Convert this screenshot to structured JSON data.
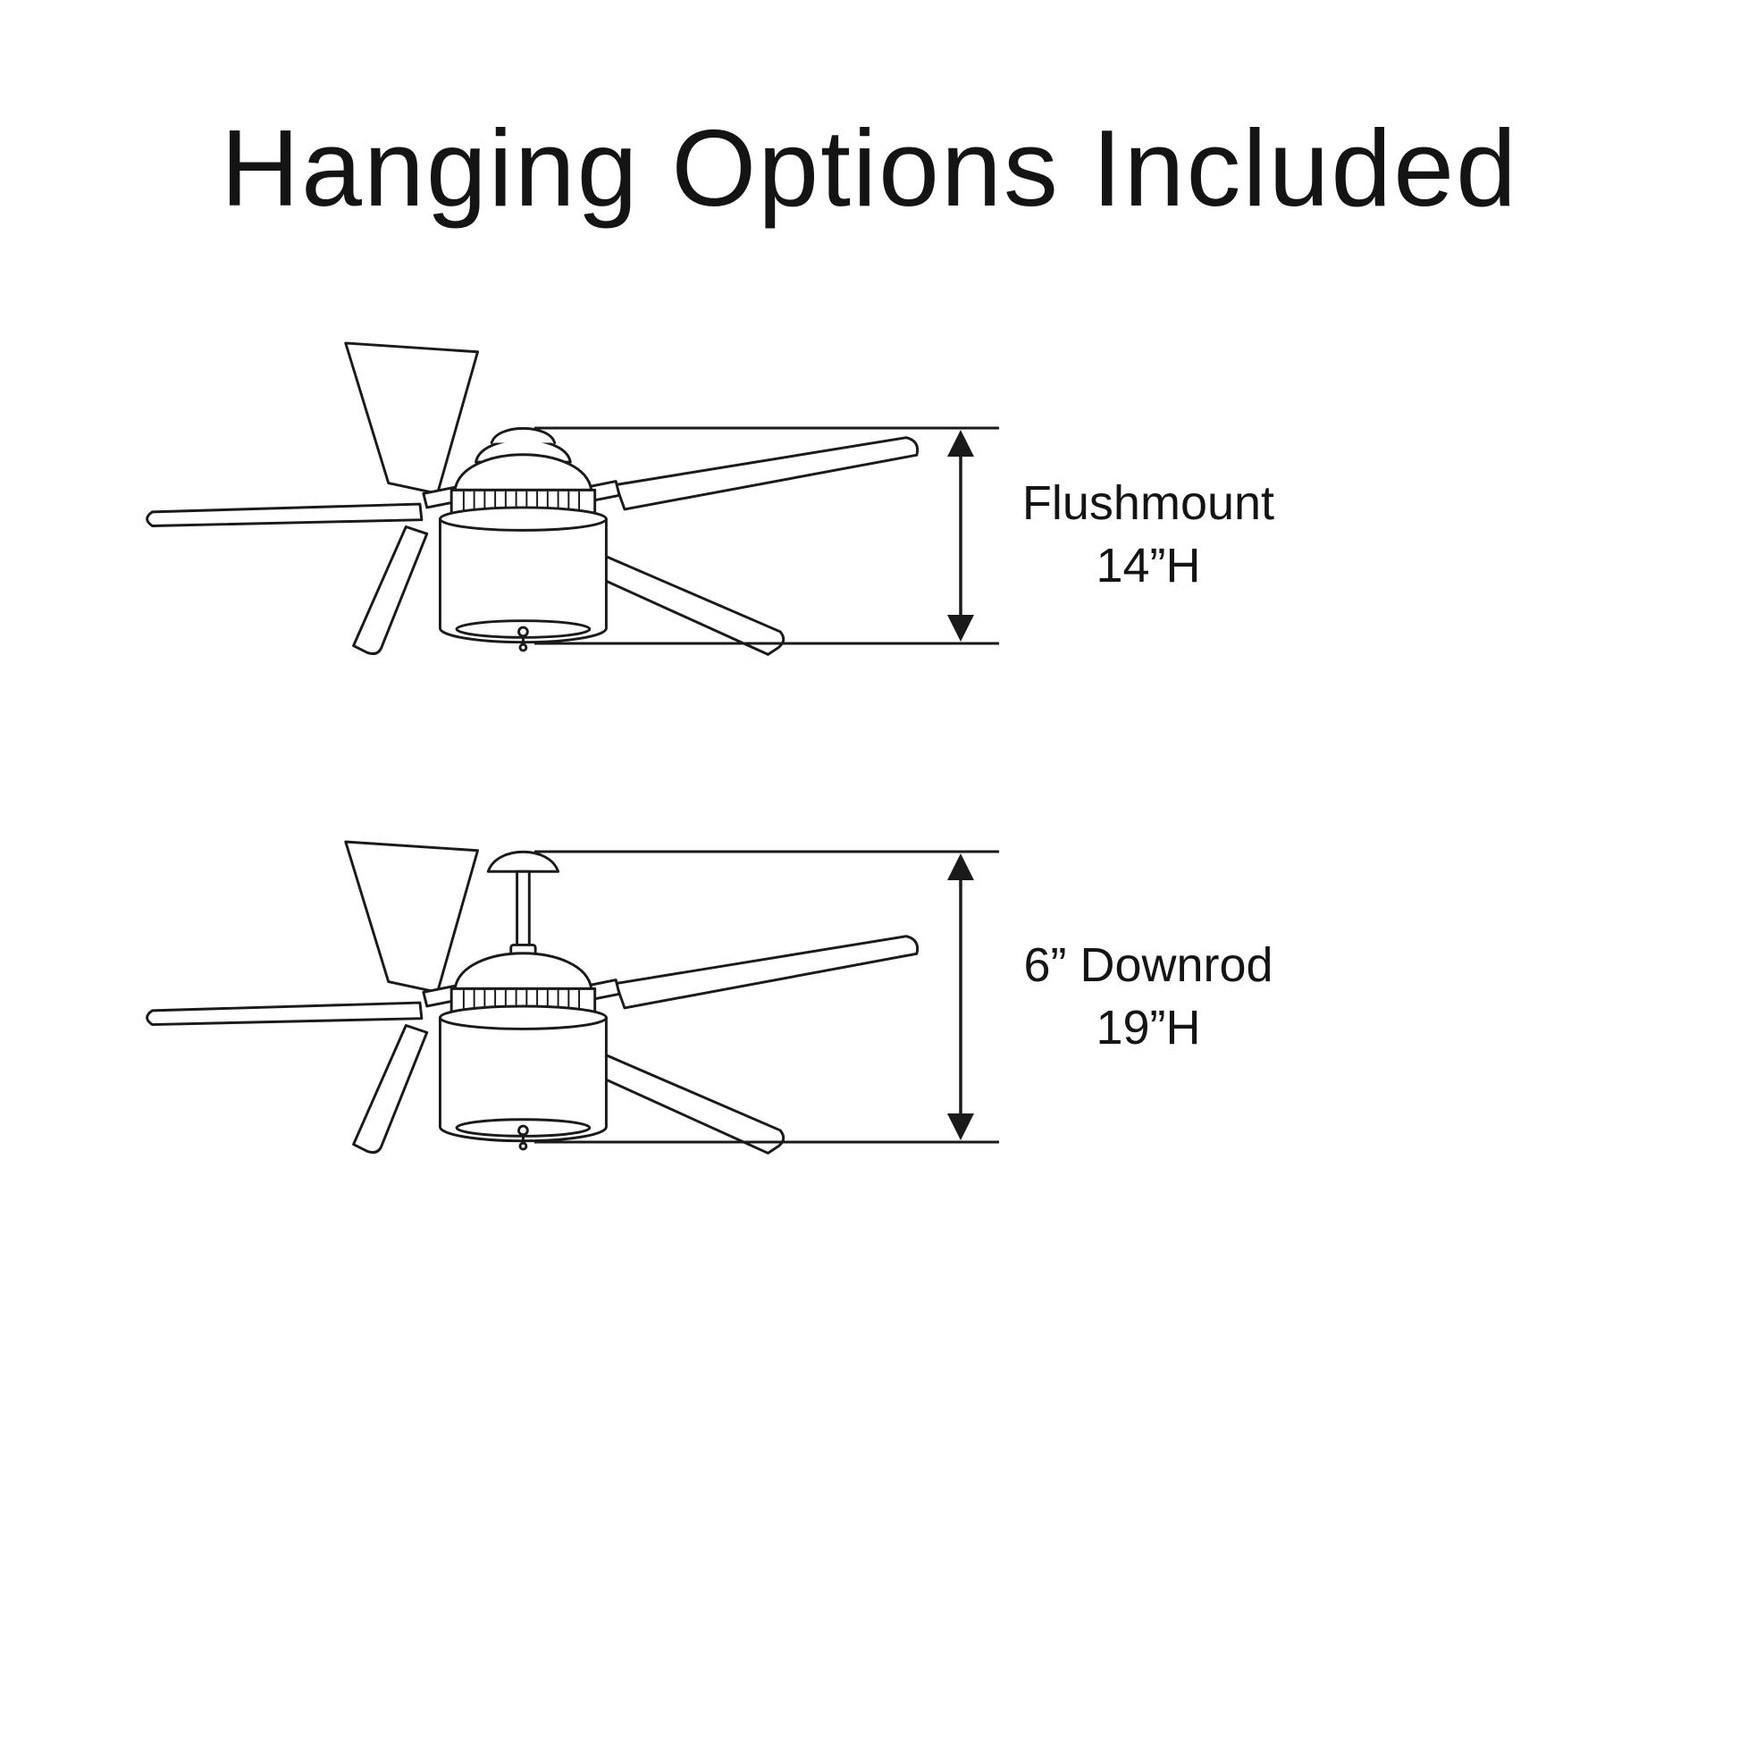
{
  "title": "Hanging Options Included",
  "options": [
    {
      "name": "Flushmount",
      "height": "14”H",
      "illustration": "ceiling-fan-flushmount-line-drawing",
      "indicator": "vertical-dimension-arrow"
    },
    {
      "name": "6” Downrod",
      "height": "19”H",
      "illustration": "ceiling-fan-downrod-line-drawing",
      "indicator": "vertical-dimension-arrow"
    }
  ],
  "colors": {
    "line": "#1a1a1a",
    "background": "#ffffff",
    "text": "#141414"
  }
}
